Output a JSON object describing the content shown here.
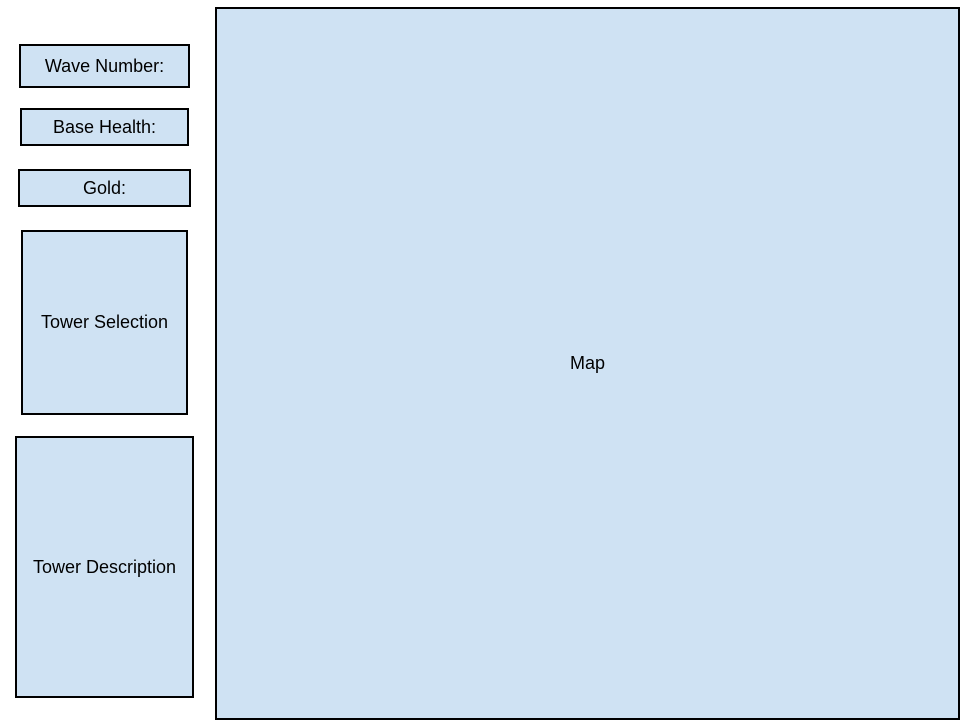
{
  "panels": {
    "wave_number": "Wave Number:",
    "base_health": "Base Health:",
    "gold": "Gold:",
    "tower_selection": "Tower Selection",
    "tower_description": "Tower Description",
    "map": "Map"
  },
  "colors": {
    "panel_fill": "#cfe2f3",
    "panel_border": "#000000",
    "background": "#ffffff"
  }
}
